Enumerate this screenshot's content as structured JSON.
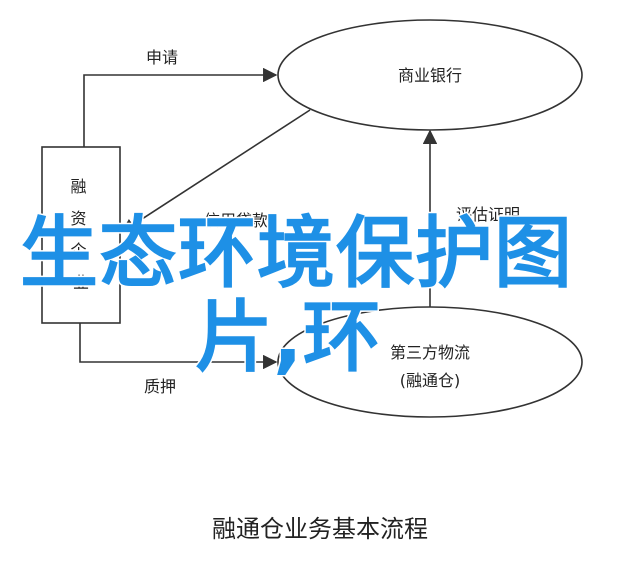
{
  "nodes": {
    "enterprise": "融资企业",
    "bank": "商业银行",
    "logistics_line1": "第三方物流",
    "logistics_line2": "(融通仓)"
  },
  "edges": {
    "apply": "申请",
    "credit_loan": "信用贷款",
    "assess_proof": "评估证明",
    "pledge": "质押"
  },
  "caption": "融通仓业务基本流程",
  "watermark": {
    "line1": "生态环境保护图",
    "line2": "片,环"
  },
  "colors": {
    "watermark": "#1e90e6",
    "stroke": "#333333"
  }
}
